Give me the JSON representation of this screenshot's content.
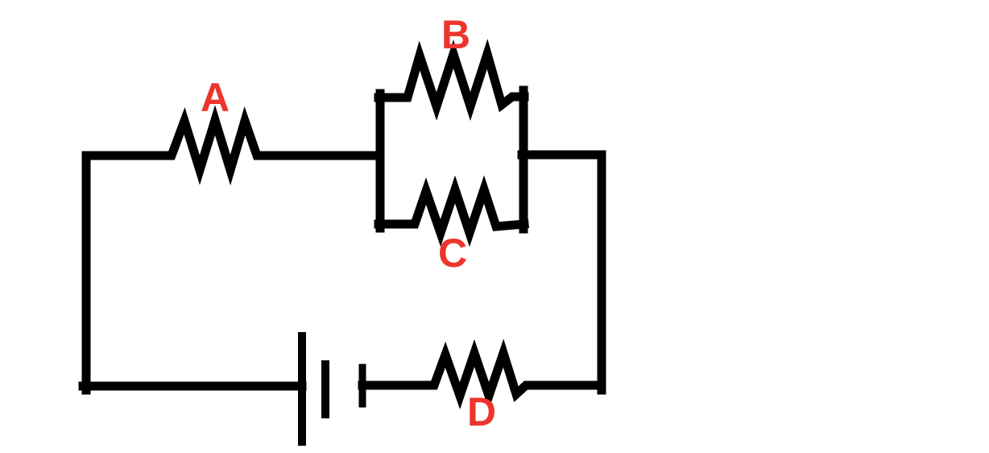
{
  "page": {
    "background_color": "#ffffff"
  },
  "diagram": {
    "type": "circuit-schematic",
    "stroke_color": "#000000",
    "label_color": "#ed352c",
    "labels": {
      "A": "A",
      "B": "B",
      "C": "C",
      "D": "D"
    },
    "components": [
      {
        "id": "A",
        "kind": "resistor",
        "location": "series-top-left"
      },
      {
        "id": "B",
        "kind": "resistor",
        "location": "parallel-top-branch"
      },
      {
        "id": "C",
        "kind": "resistor",
        "location": "parallel-bottom-branch"
      },
      {
        "id": "D",
        "kind": "resistor",
        "location": "series-bottom-right"
      },
      {
        "kind": "battery",
        "location": "bottom-center"
      }
    ]
  }
}
